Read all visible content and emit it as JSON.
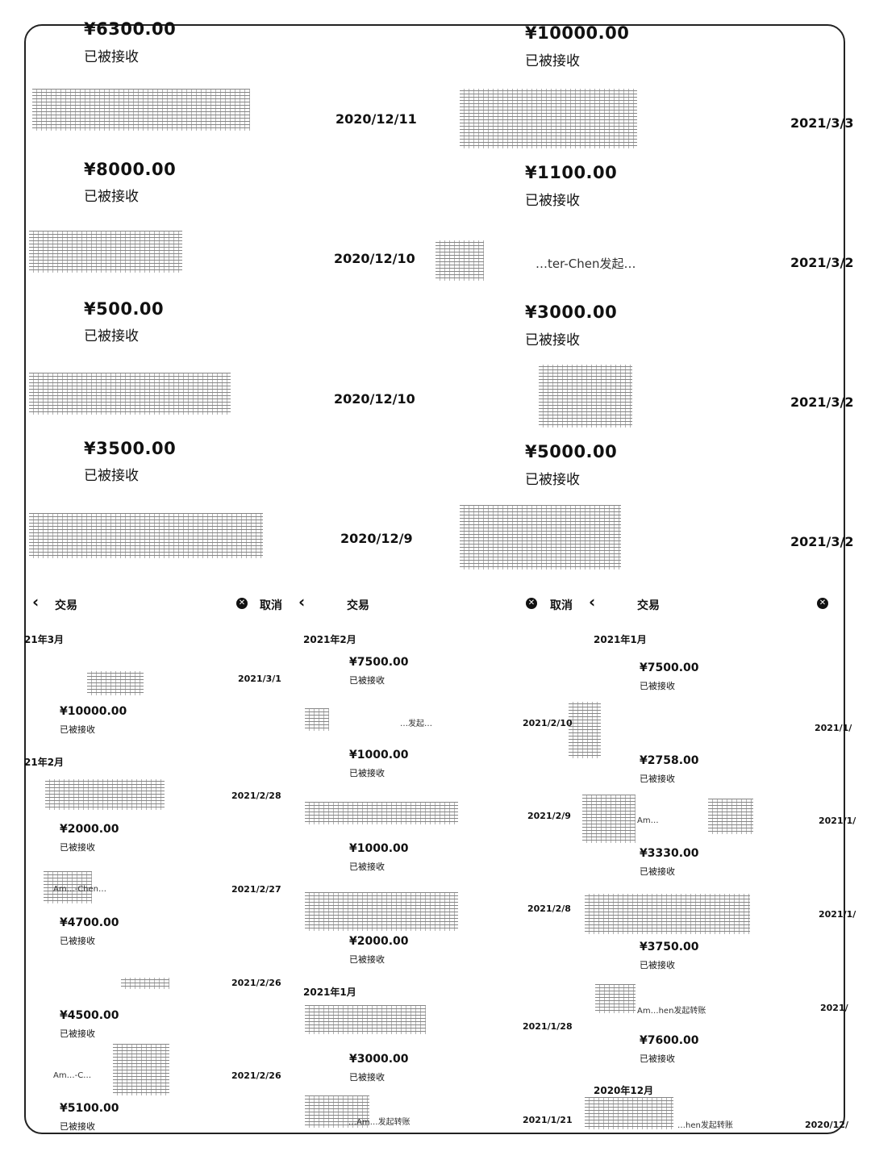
{
  "top_left": [
    {
      "amount": "¥6300.00",
      "status": "已被接收",
      "date": "2020/12/11"
    },
    {
      "amount": "¥8000.00",
      "status": "已被接收",
      "date": "2020/12/10"
    },
    {
      "amount": "¥500.00",
      "status": "已被接收",
      "date": "2020/12/10"
    },
    {
      "amount": "¥3500.00",
      "status": "已被接收",
      "date": "2020/12/9"
    }
  ],
  "top_right": [
    {
      "amount": "¥10000.00",
      "status": "已被接收",
      "date": "2021/3/3"
    },
    {
      "amount": "¥1100.00",
      "status": "已被接收",
      "date": "2021/3/2",
      "name": "…ter-Chen发起…"
    },
    {
      "amount": "¥3000.00",
      "status": "已被接收",
      "date": "2021/3/2"
    },
    {
      "amount": "¥5000.00",
      "status": "已被接收",
      "date": "2021/3/2"
    }
  ],
  "headers": {
    "title": "交易",
    "cancel": "取消"
  },
  "col1": {
    "month1": "21年3月",
    "month2": "21年2月",
    "rows": [
      {
        "date": "2021/3/1",
        "amount": "¥10000.00",
        "status": "已被接收"
      },
      {
        "date": "2021/2/28",
        "amount": "¥2000.00",
        "status": "已被接收"
      },
      {
        "date": "2021/2/27",
        "amount": "¥4700.00",
        "status": "已被接收",
        "name": "Am…-Chen…"
      },
      {
        "date": "2021/2/26",
        "amount": "¥4500.00",
        "status": "已被接收"
      },
      {
        "date": "2021/2/26",
        "amount": "¥5100.00",
        "status": "已被接收",
        "name": "Am…-C…"
      }
    ]
  },
  "col2": {
    "month1": "2021年2月",
    "month2": "2021年1月",
    "rows": [
      {
        "amount": "¥7500.00",
        "status": "已被接收",
        "name": "…发起…"
      },
      {
        "amount": "¥1000.00",
        "status": "已被接收"
      },
      {
        "amount": "¥1000.00",
        "status": "已被接收"
      },
      {
        "amount": "¥2000.00",
        "status": "已被接收"
      },
      {
        "amount": "¥3000.00",
        "status": "已被接收",
        "name": "…Am…发起转账"
      }
    ]
  },
  "col3": {
    "month1": "2021年1月",
    "month2": "2020年12月",
    "rows": [
      {
        "date": "2021/2/10",
        "amount": "¥7500.00",
        "status": "已被接收"
      },
      {
        "date": "2021/2/9",
        "amount": "¥2758.00",
        "status": "已被接收",
        "name": "Am…"
      },
      {
        "date": "2021/2/8",
        "amount": "¥3330.00",
        "status": "已被接收"
      },
      {
        "date": "2021/1/28",
        "amount": "¥3750.00",
        "status": "已被接收",
        "name": "Am…hen发起转账"
      },
      {
        "date": "2021/1/21",
        "amount": "¥7600.00",
        "status": "已被接收",
        "name": "…hen发起转账"
      }
    ]
  },
  "col4": {
    "dates": [
      "2021/1/",
      "2021/1/",
      "2021/1/",
      "2021/",
      "2020/12/"
    ]
  }
}
